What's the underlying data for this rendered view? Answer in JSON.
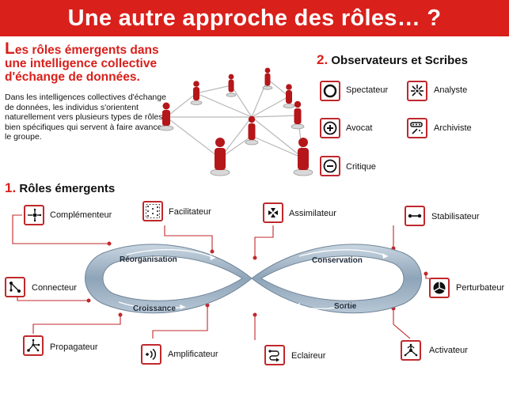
{
  "banner": {
    "title": "Une autre approche des rôles… ?"
  },
  "heading": {
    "first_letter": "L",
    "rest": "es rôles émergents dans une intelligence collective d'échange de données."
  },
  "intro": {
    "text": "Dans les intelligences collectives d'échange de données, les individus s'orientent naturellement vers plusieurs types de rôles bien spécifiques qui servent à faire avancer le groupe."
  },
  "section2": {
    "number": "2.",
    "title": "Observateurs et Scribes"
  },
  "section1": {
    "number": "1.",
    "title": "Rôles émergents"
  },
  "observers": [
    {
      "label": "Spectateur",
      "icon": "circle-icon"
    },
    {
      "label": "Analyste",
      "icon": "analyst-arrows-icon"
    },
    {
      "label": "Avocat",
      "icon": "plus-circle-icon"
    },
    {
      "label": "Archiviste",
      "icon": "archive-icon"
    },
    {
      "label": "Critique",
      "icon": "minus-circle-icon"
    }
  ],
  "roles": [
    {
      "label": "Complémenteur",
      "icon": "complement-icon"
    },
    {
      "label": "Facilitateur",
      "icon": "facilitator-icon"
    },
    {
      "label": "Assimilateur",
      "icon": "assimilator-icon"
    },
    {
      "label": "Stabilisateur",
      "icon": "stabilizer-icon"
    },
    {
      "label": "Connecteur",
      "icon": "connector-icon"
    },
    {
      "label": "Perturbateur",
      "icon": "disruptor-icon"
    },
    {
      "label": "Propagateur",
      "icon": "propagator-icon"
    },
    {
      "label": "Amplificateur",
      "icon": "amplifier-icon"
    },
    {
      "label": "Eclaireur",
      "icon": "scout-icon"
    },
    {
      "label": "Activateur",
      "icon": "activator-icon"
    }
  ],
  "loop": {
    "reorganisation": "Réorganisation",
    "conservation": "Conservation",
    "croissance": "Croissance",
    "sortie": "Sortie"
  },
  "colors": {
    "accent": "#d9201b",
    "loop": "#9fb2c4",
    "loop_dark": "#6f8497"
  }
}
